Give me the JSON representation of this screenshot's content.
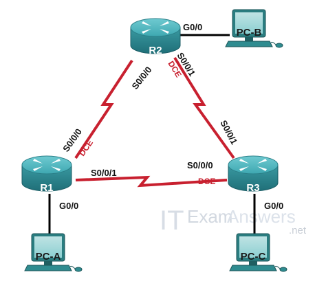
{
  "colors": {
    "serial_link": "#c8202f",
    "ethernet_link": "#000000",
    "router_body": "#2d8a93",
    "router_top": "#4eb7c0",
    "pc_screen": "#3da3a8",
    "dce_text": "#c8202f"
  },
  "devices": {
    "r1": "R1",
    "r2": "R2",
    "r3": "R3",
    "pca": "PC-A",
    "pcb": "PC-B",
    "pcc": "PC-C"
  },
  "interfaces": {
    "r2_g00": "G0/0",
    "r2_s000": "S0/0/0",
    "r2_s001": "S0/0/1",
    "r1_s000": "S0/0/0",
    "r1_s001": "S0/0/1",
    "r1_g00": "G0/0",
    "r3_s000": "S0/0/0",
    "r3_s001": "S0/0/1",
    "r3_g00": "G0/0"
  },
  "dce": {
    "r2": "DCE",
    "r1": "DCE",
    "r3": "DCE"
  },
  "watermark": {
    "it": "IT",
    "exam": "Exam",
    "answers": "Answers",
    "net": ".net"
  },
  "icons": [
    "router-icon",
    "pc-icon",
    "serial-link",
    "ethernet-link"
  ]
}
